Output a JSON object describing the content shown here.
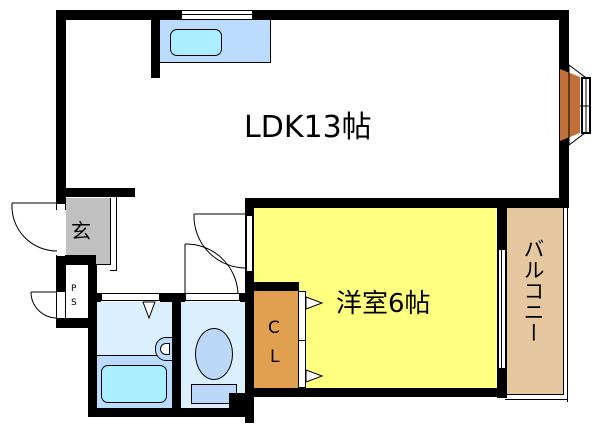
{
  "floorplan": {
    "rooms": {
      "ldk": {
        "label": "LDK13帖",
        "color": "#ffffff"
      },
      "western_room": {
        "label": "洋室6帖",
        "color": "#ffff80"
      },
      "closet": {
        "label_line1": "C",
        "label_line2": "L",
        "color": "#e0a050"
      },
      "balcony": {
        "label": "バルコニー",
        "color": "#e6c8a0"
      },
      "entrance": {
        "label": "玄",
        "color": "#c0c0c0"
      },
      "pipe_space": {
        "label_line1": "P",
        "label_line2": "S"
      },
      "bathroom": {
        "color": "#dcefff"
      },
      "toilet": {
        "color": "#dcefff"
      },
      "kitchen": {
        "color": "#bcdcff"
      }
    },
    "fixtures": {
      "sink_color": "#aaeeff",
      "bathtub_color": "#aaeeff",
      "toilet_color": "#bcd8f8",
      "bay_window_color": "#c07038"
    },
    "wall_color": "#000000"
  }
}
